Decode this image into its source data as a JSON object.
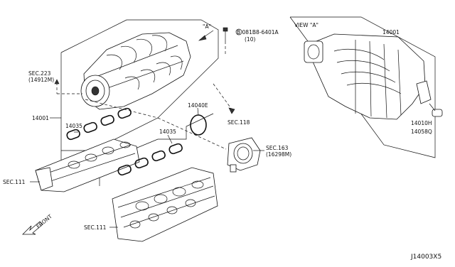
{
  "diagram": {
    "view_label": "VIEW \"A\"",
    "arrow_label": "\"A\"",
    "bolt_callout": "B 081B8-6401A",
    "bolt_qty": "(10)",
    "sec_223": "SEC.223",
    "sec_223_sub": "(14912M)",
    "part_14001_left": "14001",
    "part_14001_right": "14001",
    "part_14035_a": "14035",
    "part_14035_b": "14035",
    "part_14040E": "14040E",
    "sec_118": "SEC.118",
    "sec_163": "SEC.163",
    "sec_163_sub": "(16298M)",
    "sec_111_left": "SEC.111",
    "sec_111_bottom": "SEC.111",
    "part_14010H": "14010H",
    "part_14058Q": "14058Q",
    "front_label": "FRONT",
    "diagram_id": "J14003X5"
  }
}
